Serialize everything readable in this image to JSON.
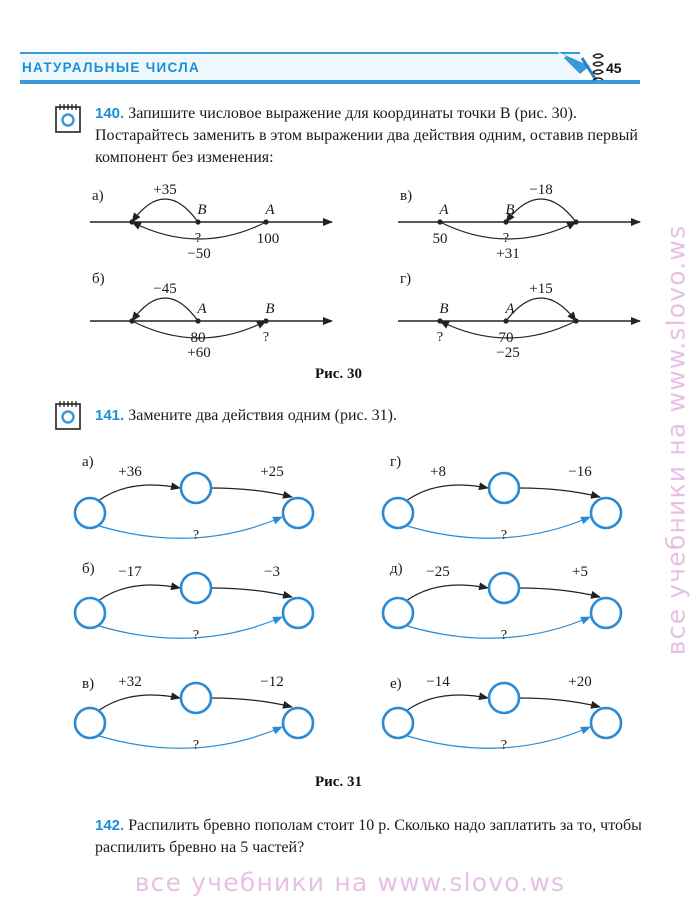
{
  "header": {
    "title": "НАТУРАЛЬНЫЕ ЧИСЛА",
    "page_number": "45"
  },
  "watermark": "все учебники на www.slovo.ws",
  "ex140": {
    "number": "140.",
    "text": "Запишите числовое выражение для координаты точки B (рис. 30). Постарайтесь заменить в этом выражении два действия одним, оставив первый компонент без изменения:"
  },
  "fig30": {
    "caption": "Рис. 30",
    "a": {
      "label": "а)",
      "top": "+35",
      "bottom": "−50",
      "point1": "B",
      "point2": "A",
      "q": "?",
      "value": "100"
    },
    "b": {
      "label": "б)",
      "top": "−45",
      "bottom": "+60",
      "point1": "A",
      "point2": "B",
      "value": "80",
      "q": "?"
    },
    "v": {
      "label": "в)",
      "top": "−18",
      "bottom": "+31",
      "point1": "A",
      "point2": "B",
      "value": "50",
      "q": "?"
    },
    "g": {
      "label": "г)",
      "top": "+15",
      "bottom": "−25",
      "point1": "B",
      "point2": "A",
      "value": "70",
      "q": "?"
    }
  },
  "ex141": {
    "number": "141.",
    "text": "Замените два действия одним (рис. 31)."
  },
  "fig31": {
    "caption": "Рис. 31",
    "items": [
      {
        "label": "а)",
        "first": "+36",
        "second": "+25",
        "q": "?"
      },
      {
        "label": "б)",
        "first": "−17",
        "second": "−3",
        "q": "?"
      },
      {
        "label": "в)",
        "first": "+32",
        "second": "−12",
        "q": "?"
      },
      {
        "label": "г)",
        "first": "+8",
        "second": "−16",
        "q": "?"
      },
      {
        "label": "д)",
        "first": "−25",
        "second": "+5",
        "q": "?"
      },
      {
        "label": "е)",
        "first": "−14",
        "second": "+20",
        "q": "?"
      }
    ]
  },
  "ex142": {
    "number": "142.",
    "text": "Распилить бревно пополам стоит 10 р. Сколько надо заплатить за то, чтобы распилить бревно на 5 частей?"
  },
  "colors": {
    "accent": "#1b8fd6",
    "circle": "#2a8ad4",
    "watermark": "#e7bfe7"
  }
}
